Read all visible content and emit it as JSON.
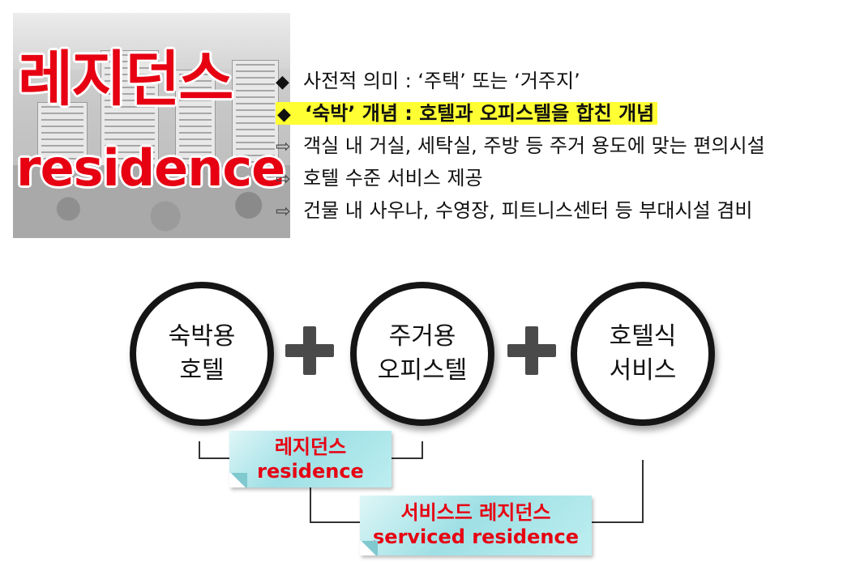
{
  "hero": {
    "title": "레지던스",
    "subtitle": "residence"
  },
  "bullets": [
    {
      "marker": "◆",
      "text": "사전적 의미 : ‘주택’ 또는 ‘거주지’",
      "highlight": false
    },
    {
      "marker": "◆",
      "text": "‘숙박’ 개념 : 호텔과 오피스텔을 합친 개념",
      "highlight": true
    },
    {
      "marker": "⇨",
      "text": "객실 내 거실, 세탁실, 주방 등 주거 용도에 맞는 편의시설",
      "highlight": false
    },
    {
      "marker": "⇨",
      "text": "호텔 수준 서비스 제공",
      "highlight": false
    },
    {
      "marker": "⇨",
      "text": "건물 내 사우나, 수영장, 피트니스센터 등 부대시설 겸비",
      "highlight": false
    }
  ],
  "diagram": {
    "circles": [
      {
        "line1": "숙박용",
        "line2": "호텔"
      },
      {
        "line1": "주거용",
        "line2": "오피스텔"
      },
      {
        "line1": "호텔식",
        "line2": "서비스"
      }
    ],
    "results": [
      {
        "line1": "레지던스",
        "line2": "residence"
      },
      {
        "line1": "서비스드 레지던스",
        "line2": "serviced residence"
      }
    ]
  },
  "colors": {
    "accent": "#e60012",
    "highlight": "#ffff33",
    "tag": "#9ee0e5",
    "circle_border": "#151515"
  }
}
